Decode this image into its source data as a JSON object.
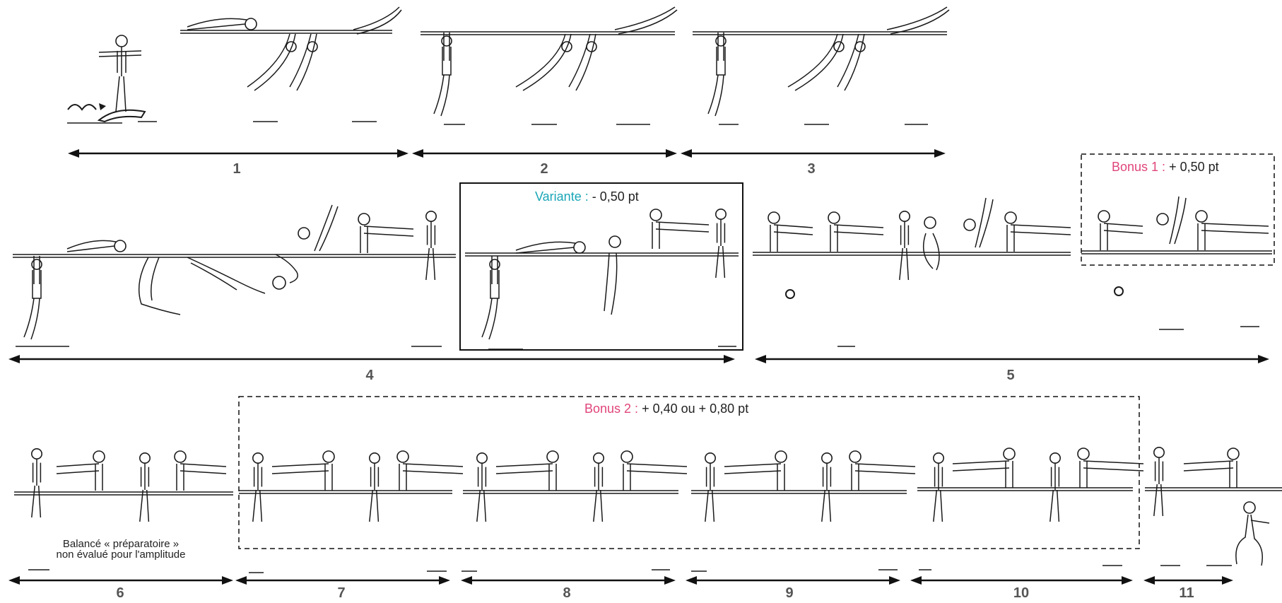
{
  "sequence_numbers": [
    "1",
    "2",
    "3",
    "4",
    "5",
    "6",
    "7",
    "8",
    "9",
    "10",
    "11"
  ],
  "variante": {
    "label": "Variante :",
    "value": " - 0,50 pt",
    "label_color": "#1aa6b7"
  },
  "bonus1": {
    "label": "Bonus 1 :",
    "value": " + 0,50 pt",
    "label_color": "#e0457b"
  },
  "bonus2": {
    "label": "Bonus 2 :",
    "value": " + 0,40 ou + 0,80 pt",
    "label_color": "#e0457b"
  },
  "note_6": {
    "line1": "Balancé « préparatoire »",
    "line2": "non évalué pour l'amplitude"
  },
  "icons": [
    "gymnast-figure-icon",
    "springboard-icon",
    "double-arrow-icon",
    "parallel-bar-icon"
  ]
}
